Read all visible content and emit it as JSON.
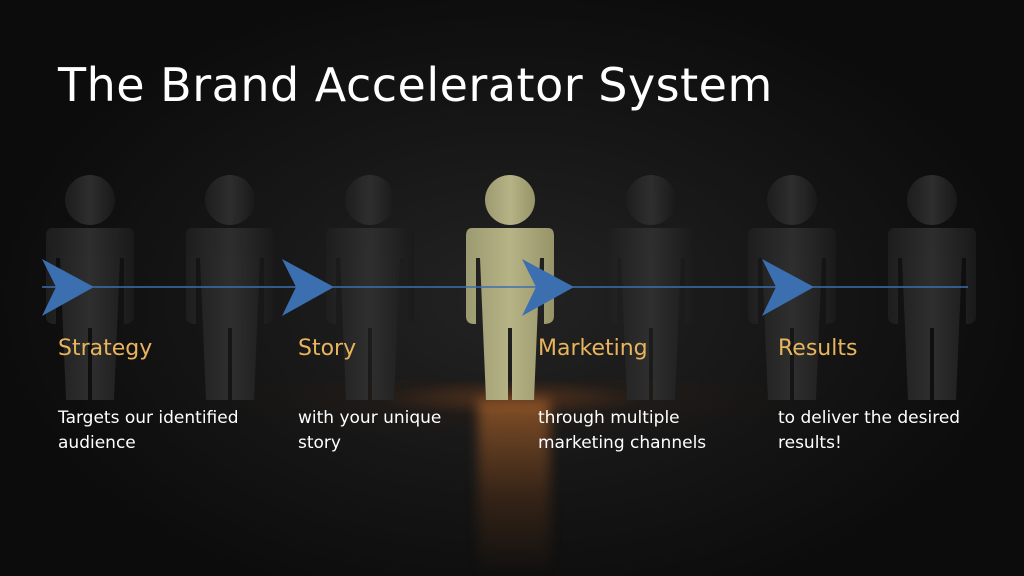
{
  "title": "The Brand Accelerator System",
  "colors": {
    "heading": "#e8b45c",
    "arrow": "#3b6fb0",
    "highlighted_figure": "#aca97c",
    "figure": "#2a2a2a"
  },
  "figures": [
    {
      "highlighted": false
    },
    {
      "highlighted": false
    },
    {
      "highlighted": false
    },
    {
      "highlighted": true
    },
    {
      "highlighted": false
    },
    {
      "highlighted": false
    },
    {
      "highlighted": false
    }
  ],
  "steps": [
    {
      "heading": "Strategy",
      "description": "Targets our identified audience"
    },
    {
      "heading": "Story",
      "description": "with your unique story"
    },
    {
      "heading": "Marketing",
      "description": "through multiple marketing channels"
    },
    {
      "heading": "Results",
      "description": "to deliver the desired results!"
    }
  ]
}
